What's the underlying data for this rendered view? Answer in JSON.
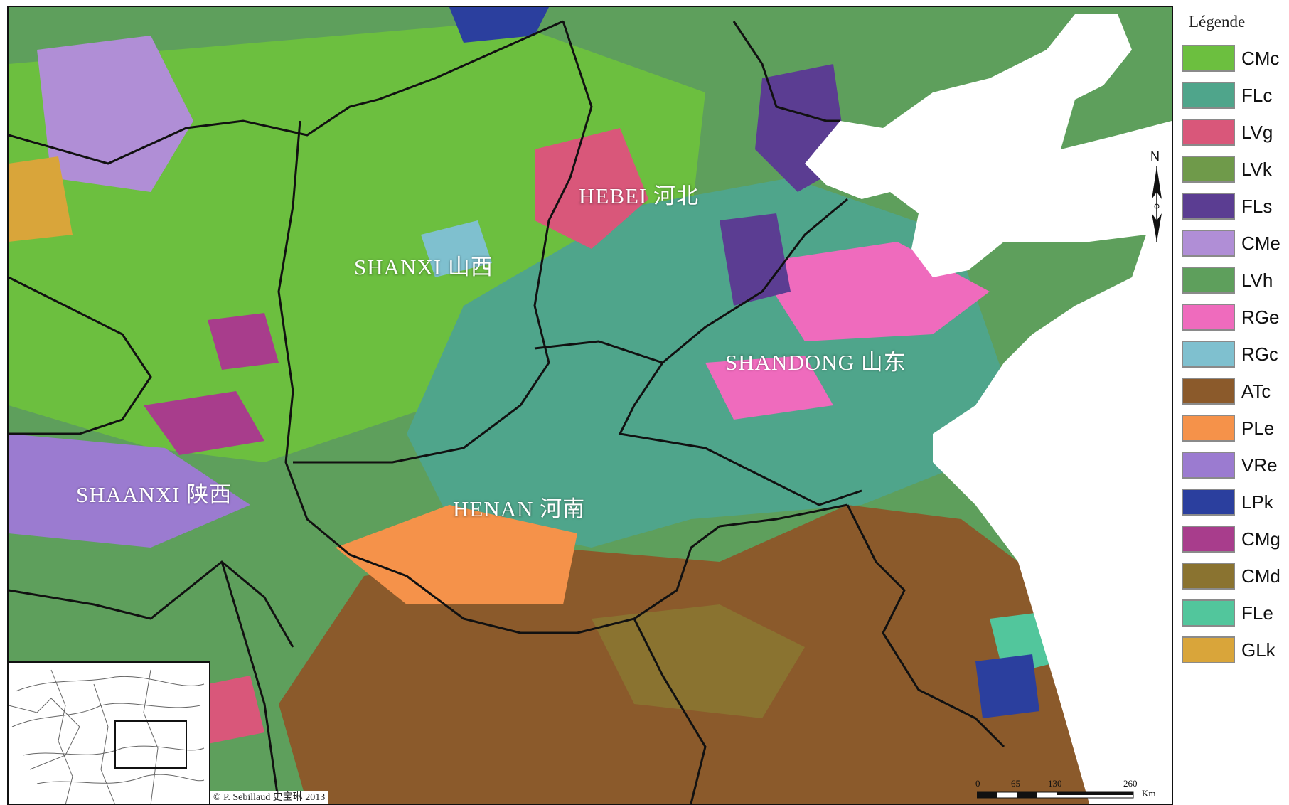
{
  "map": {
    "provinces": [
      {
        "name": "HEBEI 河北"
      },
      {
        "name": "SHANXI 山西"
      },
      {
        "name": "SHANDONG 山东"
      },
      {
        "name": "SHAANXI 陕西"
      },
      {
        "name": "HENAN 河南"
      }
    ],
    "copyright": "© P. Sebillaud 史宝琳 2013",
    "north_label": "N",
    "scale": {
      "ticks": [
        "0",
        "65",
        "130",
        "260"
      ],
      "unit": "Km"
    }
  },
  "legend": {
    "title": "Légende",
    "items": [
      {
        "code": "CMc",
        "color": "#6cbf3f"
      },
      {
        "code": "FLc",
        "color": "#4fa58b"
      },
      {
        "code": "LVg",
        "color": "#d9577a"
      },
      {
        "code": "LVk",
        "color": "#6f9a4a"
      },
      {
        "code": "FLs",
        "color": "#5b3d92"
      },
      {
        "code": "CMe",
        "color": "#b08ed6"
      },
      {
        "code": "LVh",
        "color": "#5e9f5c"
      },
      {
        "code": "RGe",
        "color": "#ef6bbd"
      },
      {
        "code": "RGc",
        "color": "#7fc0cf"
      },
      {
        "code": "ATc",
        "color": "#8b5a2b"
      },
      {
        "code": "PLe",
        "color": "#f5924a"
      },
      {
        "code": "VRe",
        "color": "#9b7bd0"
      },
      {
        "code": "LPk",
        "color": "#2b3f9e"
      },
      {
        "code": "CMg",
        "color": "#a83d8c"
      },
      {
        "code": "CMd",
        "color": "#8a7330"
      },
      {
        "code": "FLe",
        "color": "#52c69c"
      },
      {
        "code": "GLk",
        "color": "#d9a53a"
      }
    ]
  }
}
